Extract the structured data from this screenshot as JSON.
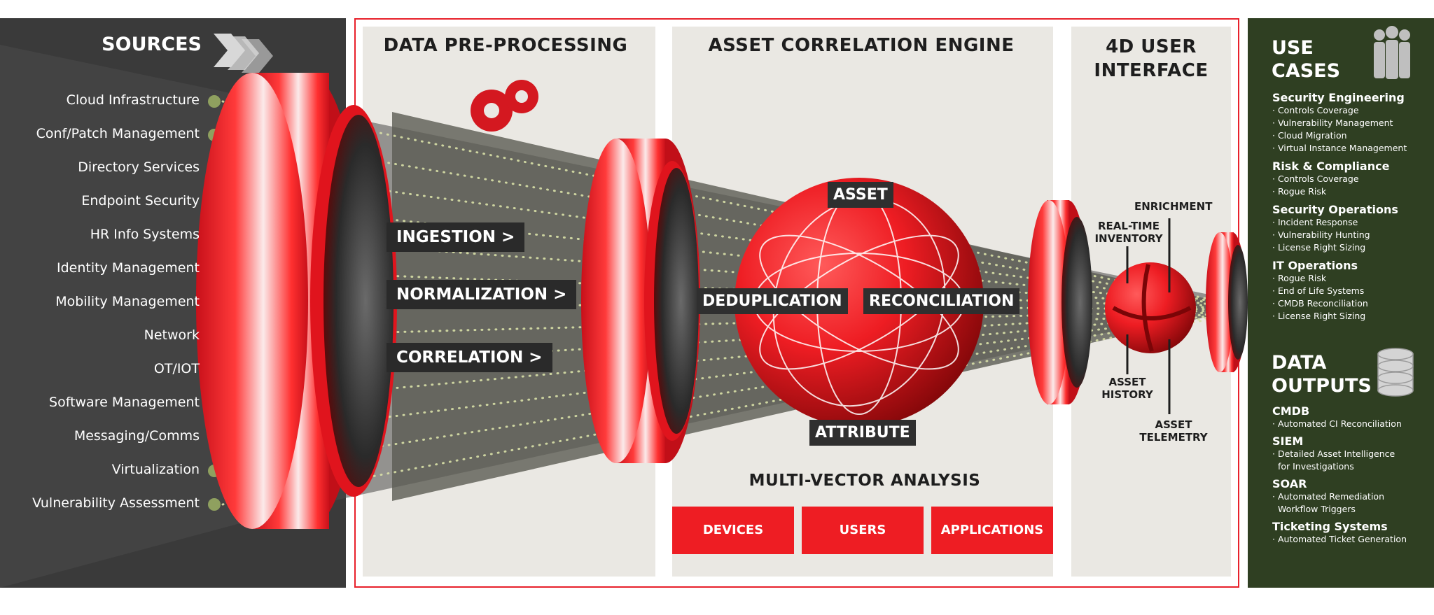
{
  "sources": {
    "title": "SOURCES",
    "items": [
      "Cloud Infrastructure",
      "Conf/Patch Management",
      "Directory Services",
      "Endpoint Security",
      "HR Info Systems",
      "Identity Management",
      "Mobility Management",
      "Network",
      "OT/IOT",
      "Software Management",
      "Messaging/Comms",
      "Virtualization",
      "Vulnerability Assessment"
    ]
  },
  "preprocessing": {
    "title": "DATA PRE-PROCESSING",
    "stages": [
      "INGESTION >",
      "NORMALIZATION >",
      "CORRELATION >"
    ]
  },
  "engine": {
    "title": "ASSET CORRELATION ENGINE",
    "labels": {
      "top": "ASSET",
      "left": "DEDUPLICATION",
      "right": "RECONCILIATION",
      "bottom": "ATTRIBUTE"
    },
    "analysis_title": "MULTI-VECTOR ANALYSIS",
    "vectors": [
      "DEVICES",
      "USERS",
      "APPLICATIONS"
    ]
  },
  "ui": {
    "title_line1": "4D USER",
    "title_line2": "INTERFACE",
    "labels": {
      "enrichment": "ENRICHMENT",
      "realtime_1": "REAL-TIME",
      "realtime_2": "INVENTORY",
      "history_1": "ASSET",
      "history_2": "HISTORY",
      "telemetry_1": "ASSET",
      "telemetry_2": "TELEMETRY"
    }
  },
  "use_cases": {
    "title_line1": "USE",
    "title_line2": "CASES",
    "groups": [
      {
        "heading": "Security Engineering",
        "items": [
          "· Controls Coverage",
          "· Vulnerability Management",
          "· Cloud Migration",
          "· Virtual Instance Management"
        ]
      },
      {
        "heading": "Risk & Compliance",
        "items": [
          "· Controls Coverage",
          "· Rogue Risk"
        ]
      },
      {
        "heading": "Security Operations",
        "items": [
          "· Incident Response",
          "· Vulnerability Hunting",
          "· License Right Sizing"
        ]
      },
      {
        "heading": "IT Operations",
        "items": [
          "· Rogue Risk",
          "· End of Life Systems",
          "· CMDB Reconciliation",
          "· License Right Sizing"
        ]
      }
    ]
  },
  "data_outputs": {
    "title_line1": "DATA",
    "title_line2": "OUTPUTS",
    "groups": [
      {
        "heading": "CMDB",
        "items": [
          "· Automated CI Reconciliation"
        ]
      },
      {
        "heading": "SIEM",
        "items": [
          "· Detailed Asset Intelligence",
          "  for Investigations"
        ]
      },
      {
        "heading": "SOAR",
        "items": [
          "· Automated Remediation",
          "  Workflow Triggers"
        ]
      },
      {
        "heading": "Ticketing Systems",
        "items": [
          "· Automated Ticket Generation"
        ]
      }
    ]
  },
  "colors": {
    "accent": "#ee1d23",
    "dark": "#3a3a3a",
    "panel": "#eae8e3",
    "green": "#2f3f22",
    "dot": "#8fa05f"
  }
}
